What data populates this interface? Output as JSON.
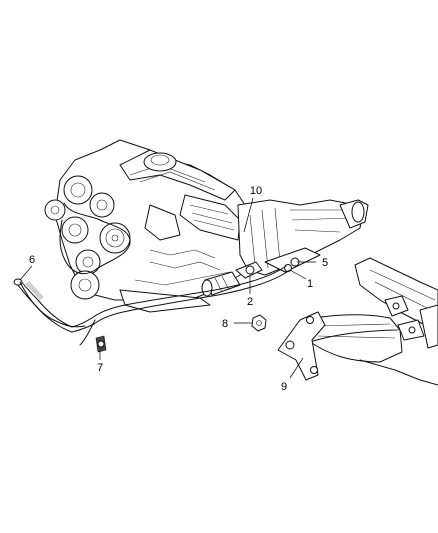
{
  "callouts": [
    {
      "id": "1",
      "label": "1"
    },
    {
      "id": "2",
      "label": "2"
    },
    {
      "id": "5",
      "label": "5"
    },
    {
      "id": "6",
      "label": "6"
    },
    {
      "id": "7",
      "label": "7"
    },
    {
      "id": "8",
      "label": "8"
    },
    {
      "id": "9",
      "label": "9"
    },
    {
      "id": "10",
      "label": "10"
    }
  ]
}
